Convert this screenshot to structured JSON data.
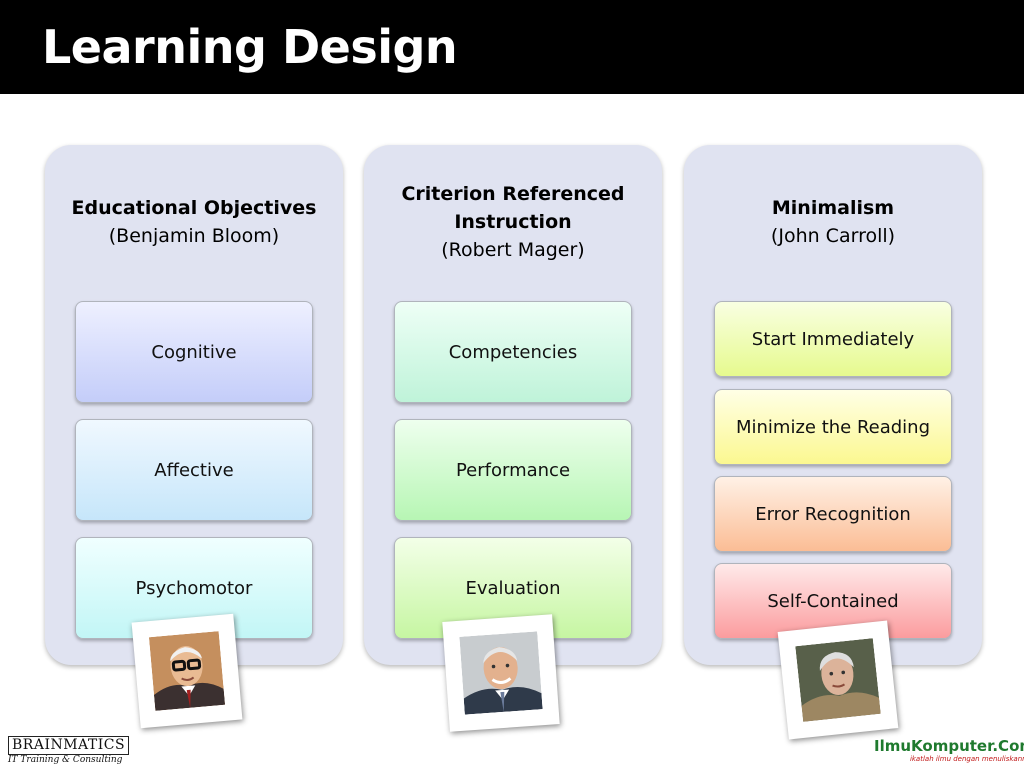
{
  "slide": {
    "title": "Learning Design"
  },
  "columns": [
    {
      "heading_bold": "Educational Objectives",
      "heading_sub": "(Benjamin Bloom)",
      "items": [
        "Cognitive",
        "Affective",
        "Psychomotor"
      ]
    },
    {
      "heading_bold_1": "Criterion Referenced",
      "heading_bold_2": "Instruction",
      "heading_sub": "(Robert Mager)",
      "items": [
        "Competencies",
        "Performance",
        "Evaluation"
      ]
    },
    {
      "heading_bold": "Minimalism",
      "heading_sub": "(John Carroll)",
      "items": [
        "Start Immediately",
        "Minimize the Reading",
        "Error Recognition",
        "Self-Contained"
      ]
    }
  ],
  "logos": {
    "left_name": "BRAINMATICS",
    "left_tagline": "IT Training & Consulting",
    "right_name": "IlmuKomputer",
    "right_suffix": ".Com",
    "right_tagline": "ikatlah ilmu dengan menuliskannya"
  },
  "colors": {
    "title_bar": "#000000",
    "column_panel": "#e0e3f1",
    "brand_green": "#1f7a2e",
    "brand_red": "#c01818"
  }
}
